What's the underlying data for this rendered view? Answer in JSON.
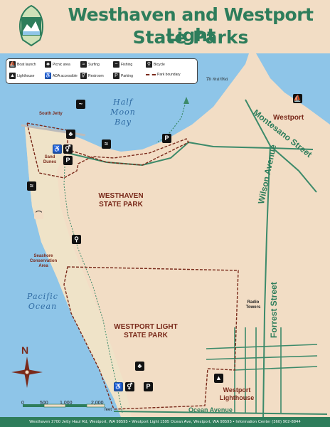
{
  "title_line1": "Westhaven and Westport Light",
  "title_line2": "State Parks",
  "legend": [
    {
      "icon": "boat-launch-icon",
      "glyph": "⛵",
      "label": "Boat launch"
    },
    {
      "icon": "picnic-area-icon",
      "glyph": "♣",
      "label": "Picnic area"
    },
    {
      "icon": "surfing-icon",
      "glyph": "≈",
      "label": "Surfing"
    },
    {
      "icon": "fishing-icon",
      "glyph": "~",
      "label": "Fishing"
    },
    {
      "icon": "bicycle-icon",
      "glyph": "⚲",
      "label": "Bicycle"
    },
    {
      "icon": "lighthouse-icon",
      "glyph": "▲",
      "label": "Lighthouse"
    },
    {
      "icon": "ada-icon",
      "glyph": "♿",
      "label": "ADA accessible"
    },
    {
      "icon": "restroom-icon",
      "glyph": "⚥",
      "label": "Restroom"
    },
    {
      "icon": "parking-icon",
      "glyph": "P",
      "label": "Parking"
    },
    {
      "icon": "park-boundary-icon",
      "glyph": "",
      "label": "Park boundary"
    }
  ],
  "labels": {
    "to_marina": "To marina",
    "half_moon_bay": "Half Moon Bay",
    "south_jetty": "South Jetty",
    "westport": "Westport",
    "montesano": "Montesano Street",
    "sand_dunes": "Sand Dunes",
    "westhaven": "WESTHAVEN STATE PARK",
    "wilson": "Wilson Avenue",
    "seashore": "Seashore Conservation Area",
    "pacific": "Pacific Ocean",
    "radio_towers": "Radio Towers",
    "forrest": "Forrest Street",
    "westport_light": "WESTPORT LIGHT STATE PARK",
    "westport_lighthouse": "Westport Lighthouse",
    "ocean_avenue": "Ocean Avenue",
    "north": "N"
  },
  "scale": {
    "ticks": [
      "0",
      "500",
      "1,000",
      "2,000"
    ],
    "unit": "feet"
  },
  "footer": "Westhaven 2700 Jetty Haul Rd, Westport, WA 98595 • Westport Light 1595 Ocean Ave, Westport, WA 98595 • Information Center (360) 902-8844",
  "colors": {
    "water": "#8ec5e8",
    "land": "#f2ddc5",
    "road": "#3c8a6a",
    "boundary": "#7a2a1b",
    "title": "#2e7d5b"
  }
}
